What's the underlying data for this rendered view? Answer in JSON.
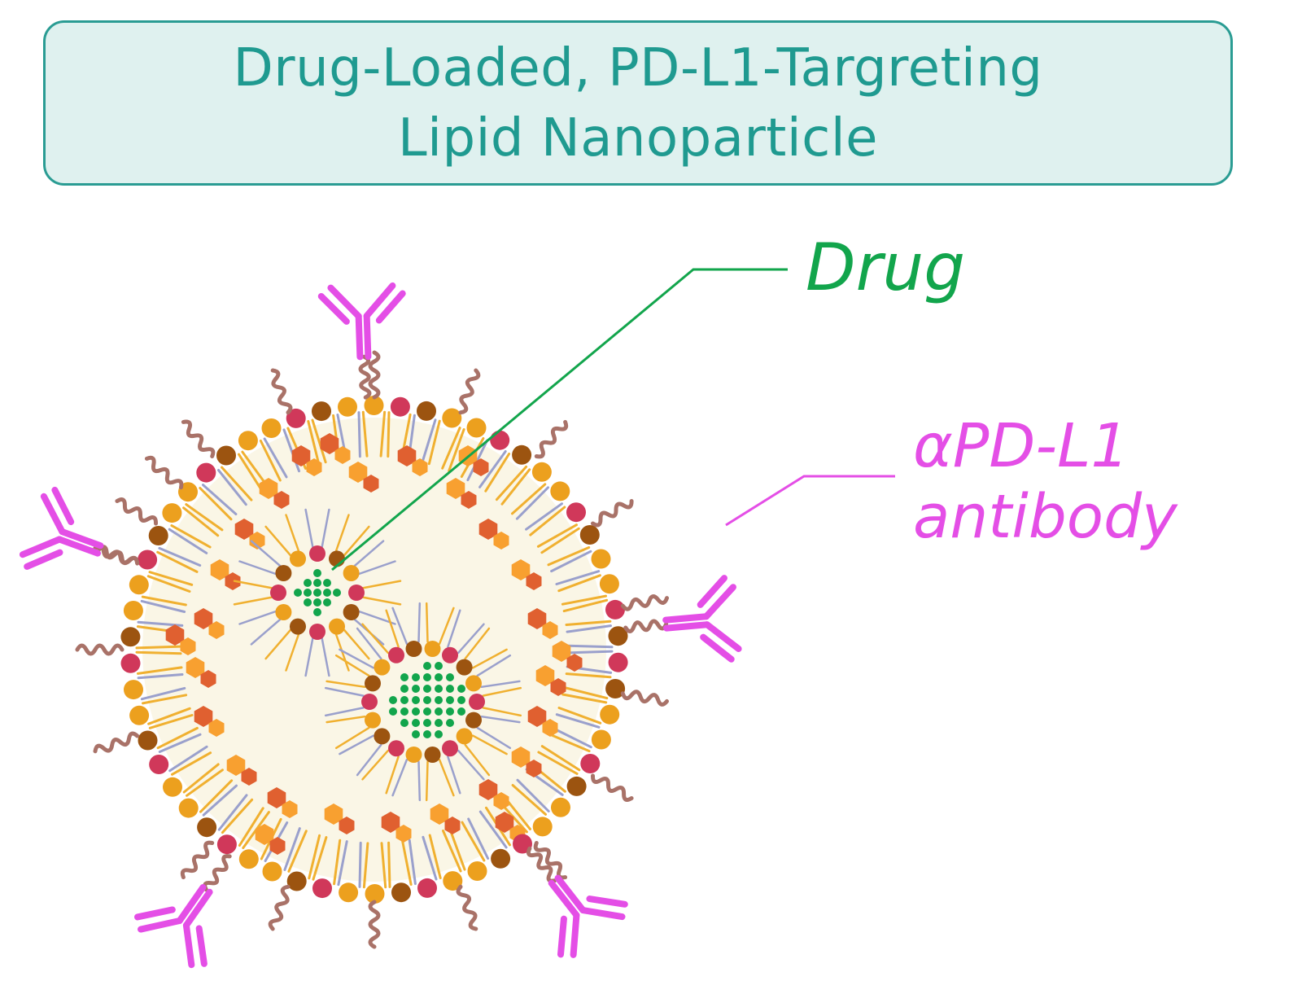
{
  "title": {
    "line1": "Drug-Loaded, PD-L1-Targreting",
    "line2": "Lipid Nanoparticle"
  },
  "labels": {
    "drug": "Drug",
    "antibody_line1": "αPD-L1",
    "antibody_line2": "antibody"
  },
  "colors": {
    "title_text": "#1f9a90",
    "title_border": "#2a9c93",
    "title_fill": "#dff1ef",
    "drug": "#12a54c",
    "antibody": "#e44ee6",
    "core_fill": "#faf6e6",
    "head_red": "#d0385a",
    "head_brown": "#9c5410",
    "head_orange": "#eca01e",
    "tail_lavender": "#9aa0cc",
    "tail_orange": "#f0b030",
    "hexagon_dark": "#e06030",
    "hexagon_light": "#f8a030",
    "peg": "#a97268"
  }
}
